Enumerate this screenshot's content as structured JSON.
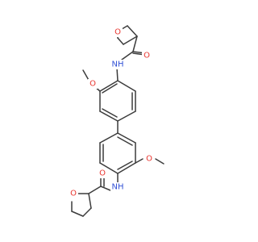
{
  "atom_colors": {
    "O": "#e8352f",
    "N": "#3352d6",
    "bond": "#3c3c3c"
  },
  "atoms": [
    {
      "id": "o_thf_top",
      "element": "O",
      "label": "O"
    },
    {
      "id": "o_carbonyl_top",
      "element": "O",
      "label": "O"
    },
    {
      "id": "nh_top",
      "element": "N",
      "label": "NH"
    },
    {
      "id": "o_methoxy_top",
      "element": "O",
      "label": "O"
    },
    {
      "id": "o_methoxy_bottom",
      "element": "O",
      "label": "O"
    },
    {
      "id": "o_carbonyl_bottom",
      "element": "O",
      "label": "O"
    },
    {
      "id": "nh_bottom",
      "element": "N",
      "label": "NH"
    },
    {
      "id": "o_thf_bottom",
      "element": "O",
      "label": "O"
    }
  ]
}
